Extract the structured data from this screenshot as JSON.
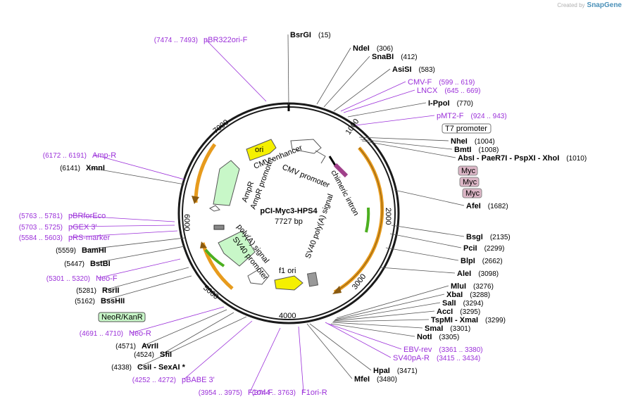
{
  "title": "pCI-Myc3-HPS4",
  "size": "7727 bp",
  "credit": {
    "prefix": "Created by",
    "brand": "SnapGene"
  },
  "ticks": [
    "1000",
    "2000",
    "3000",
    "4000",
    "5000",
    "6000",
    "7000"
  ],
  "features_inner": {
    "ori": "ori",
    "cmv_enhancer": "CMV enhancer",
    "cmv_promoter": "CMV promoter",
    "chimeric_intron": "chimeric intron",
    "sv40_polya_signal": "SV40 poly(A) signal",
    "f1_ori": "f1 ori",
    "polya_signal": "poly(A) signal",
    "sv40_promoter": "SV40 promoter",
    "ampr": "AmpR",
    "ampr_promoter": "AmpR promoter"
  },
  "boxed": {
    "t7": "T7 promoter",
    "myc": [
      "Myc",
      "Myc",
      "Myc"
    ],
    "neo": "NeoR/KanR"
  },
  "right_labels": [
    {
      "name": "BsrGI",
      "pos": "(15)",
      "kind": "enzyme"
    },
    {
      "name": "NdeI",
      "pos": "(306)",
      "kind": "enzyme"
    },
    {
      "name": "SnaBI",
      "pos": "(412)",
      "kind": "enzyme"
    },
    {
      "name": "AsiSI",
      "pos": "(583)",
      "kind": "enzyme"
    },
    {
      "name": "CMV-F",
      "pos": "(599 .. 619)",
      "kind": "primer"
    },
    {
      "name": "LNCX",
      "pos": "(645 .. 669)",
      "kind": "primer"
    },
    {
      "name": "I-PpoI",
      "pos": "(770)",
      "kind": "enzyme"
    },
    {
      "name": "pMT2-F",
      "pos": "(924 .. 943)",
      "kind": "primer"
    },
    {
      "name": "NheI",
      "pos": "(1004)",
      "kind": "enzyme"
    },
    {
      "name": "BmtI",
      "pos": "(1008)",
      "kind": "enzyme"
    },
    {
      "name": "AbsI  -  PaeR7I  -  PspXI  -  XhoI",
      "pos": "(1010)",
      "kind": "enzyme"
    },
    {
      "name": "AfeI",
      "pos": "(1682)",
      "kind": "enzyme"
    },
    {
      "name": "BsgI",
      "pos": "(2135)",
      "kind": "enzyme"
    },
    {
      "name": "PciI",
      "pos": "(2299)",
      "kind": "enzyme"
    },
    {
      "name": "BlpI",
      "pos": "(2662)",
      "kind": "enzyme"
    },
    {
      "name": "AleI",
      "pos": "(3098)",
      "kind": "enzyme"
    },
    {
      "name": "MluI",
      "pos": "(3276)",
      "kind": "enzyme"
    },
    {
      "name": "XbaI",
      "pos": "(3288)",
      "kind": "enzyme"
    },
    {
      "name": "SalI",
      "pos": "(3294)",
      "kind": "enzyme"
    },
    {
      "name": "AccI",
      "pos": "(3295)",
      "kind": "enzyme"
    },
    {
      "name": "TspMI  -  XmaI",
      "pos": "(3299)",
      "kind": "enzyme"
    },
    {
      "name": "SmaI",
      "pos": "(3301)",
      "kind": "enzyme"
    },
    {
      "name": "NotI",
      "pos": "(3305)",
      "kind": "enzyme"
    },
    {
      "name": "EBV-rev",
      "pos": "(3361 .. 3380)",
      "kind": "primer"
    },
    {
      "name": "SV40pA-R",
      "pos": "(3415 .. 3434)",
      "kind": "primer"
    },
    {
      "name": "HpaI",
      "pos": "(3471)",
      "kind": "enzyme"
    },
    {
      "name": "MfeI",
      "pos": "(3480)",
      "kind": "enzyme"
    }
  ],
  "left_labels": [
    {
      "name": "pBR322ori-F",
      "pos": "(7474 .. 7493)",
      "kind": "primer"
    },
    {
      "name": "Amp-R",
      "pos": "(6172 .. 6191)",
      "kind": "primer"
    },
    {
      "name": "XmnI",
      "pos": "(6141)",
      "kind": "enzyme"
    },
    {
      "name": "pBRforEco",
      "pos": "(5763 .. 5781)",
      "kind": "primer"
    },
    {
      "name": "pGEX 3'",
      "pos": "(5703 .. 5725)",
      "kind": "primer"
    },
    {
      "name": "pRS-marker",
      "pos": "(5584 .. 5603)",
      "kind": "primer"
    },
    {
      "name": "BamHI",
      "pos": "(5559)",
      "kind": "enzyme"
    },
    {
      "name": "BstBI",
      "pos": "(5447)",
      "kind": "enzyme"
    },
    {
      "name": "Neo-F",
      "pos": "(5301 .. 5320)",
      "kind": "primer"
    },
    {
      "name": "RsrII",
      "pos": "(5281)",
      "kind": "enzyme"
    },
    {
      "name": "BssHII",
      "pos": "(5162)",
      "kind": "enzyme"
    },
    {
      "name": "Neo-R",
      "pos": "(4691 .. 4710)",
      "kind": "primer"
    },
    {
      "name": "AvrII",
      "pos": "(4571)",
      "kind": "enzyme"
    },
    {
      "name": "SfiI",
      "pos": "(4524)",
      "kind": "enzyme"
    },
    {
      "name": "CsiI  -  SexAI *",
      "pos": "(4338)",
      "kind": "enzyme"
    },
    {
      "name": "pBABE 3'",
      "pos": "(4252 .. 4272)",
      "kind": "primer"
    },
    {
      "name": "F1ori-F",
      "pos": "(3954 .. 3975)",
      "kind": "primer"
    },
    {
      "name": "F1ori-R",
      "pos": "(3744 .. 3763)",
      "kind": "primer"
    }
  ],
  "colors": {
    "enzyme": "#000000",
    "primer": "#9b30d9",
    "ori": "#f5f000",
    "promoter_fill": "#c8f7c8",
    "orange": "#e79b1d",
    "myc_fill": "#dcb6c6"
  }
}
